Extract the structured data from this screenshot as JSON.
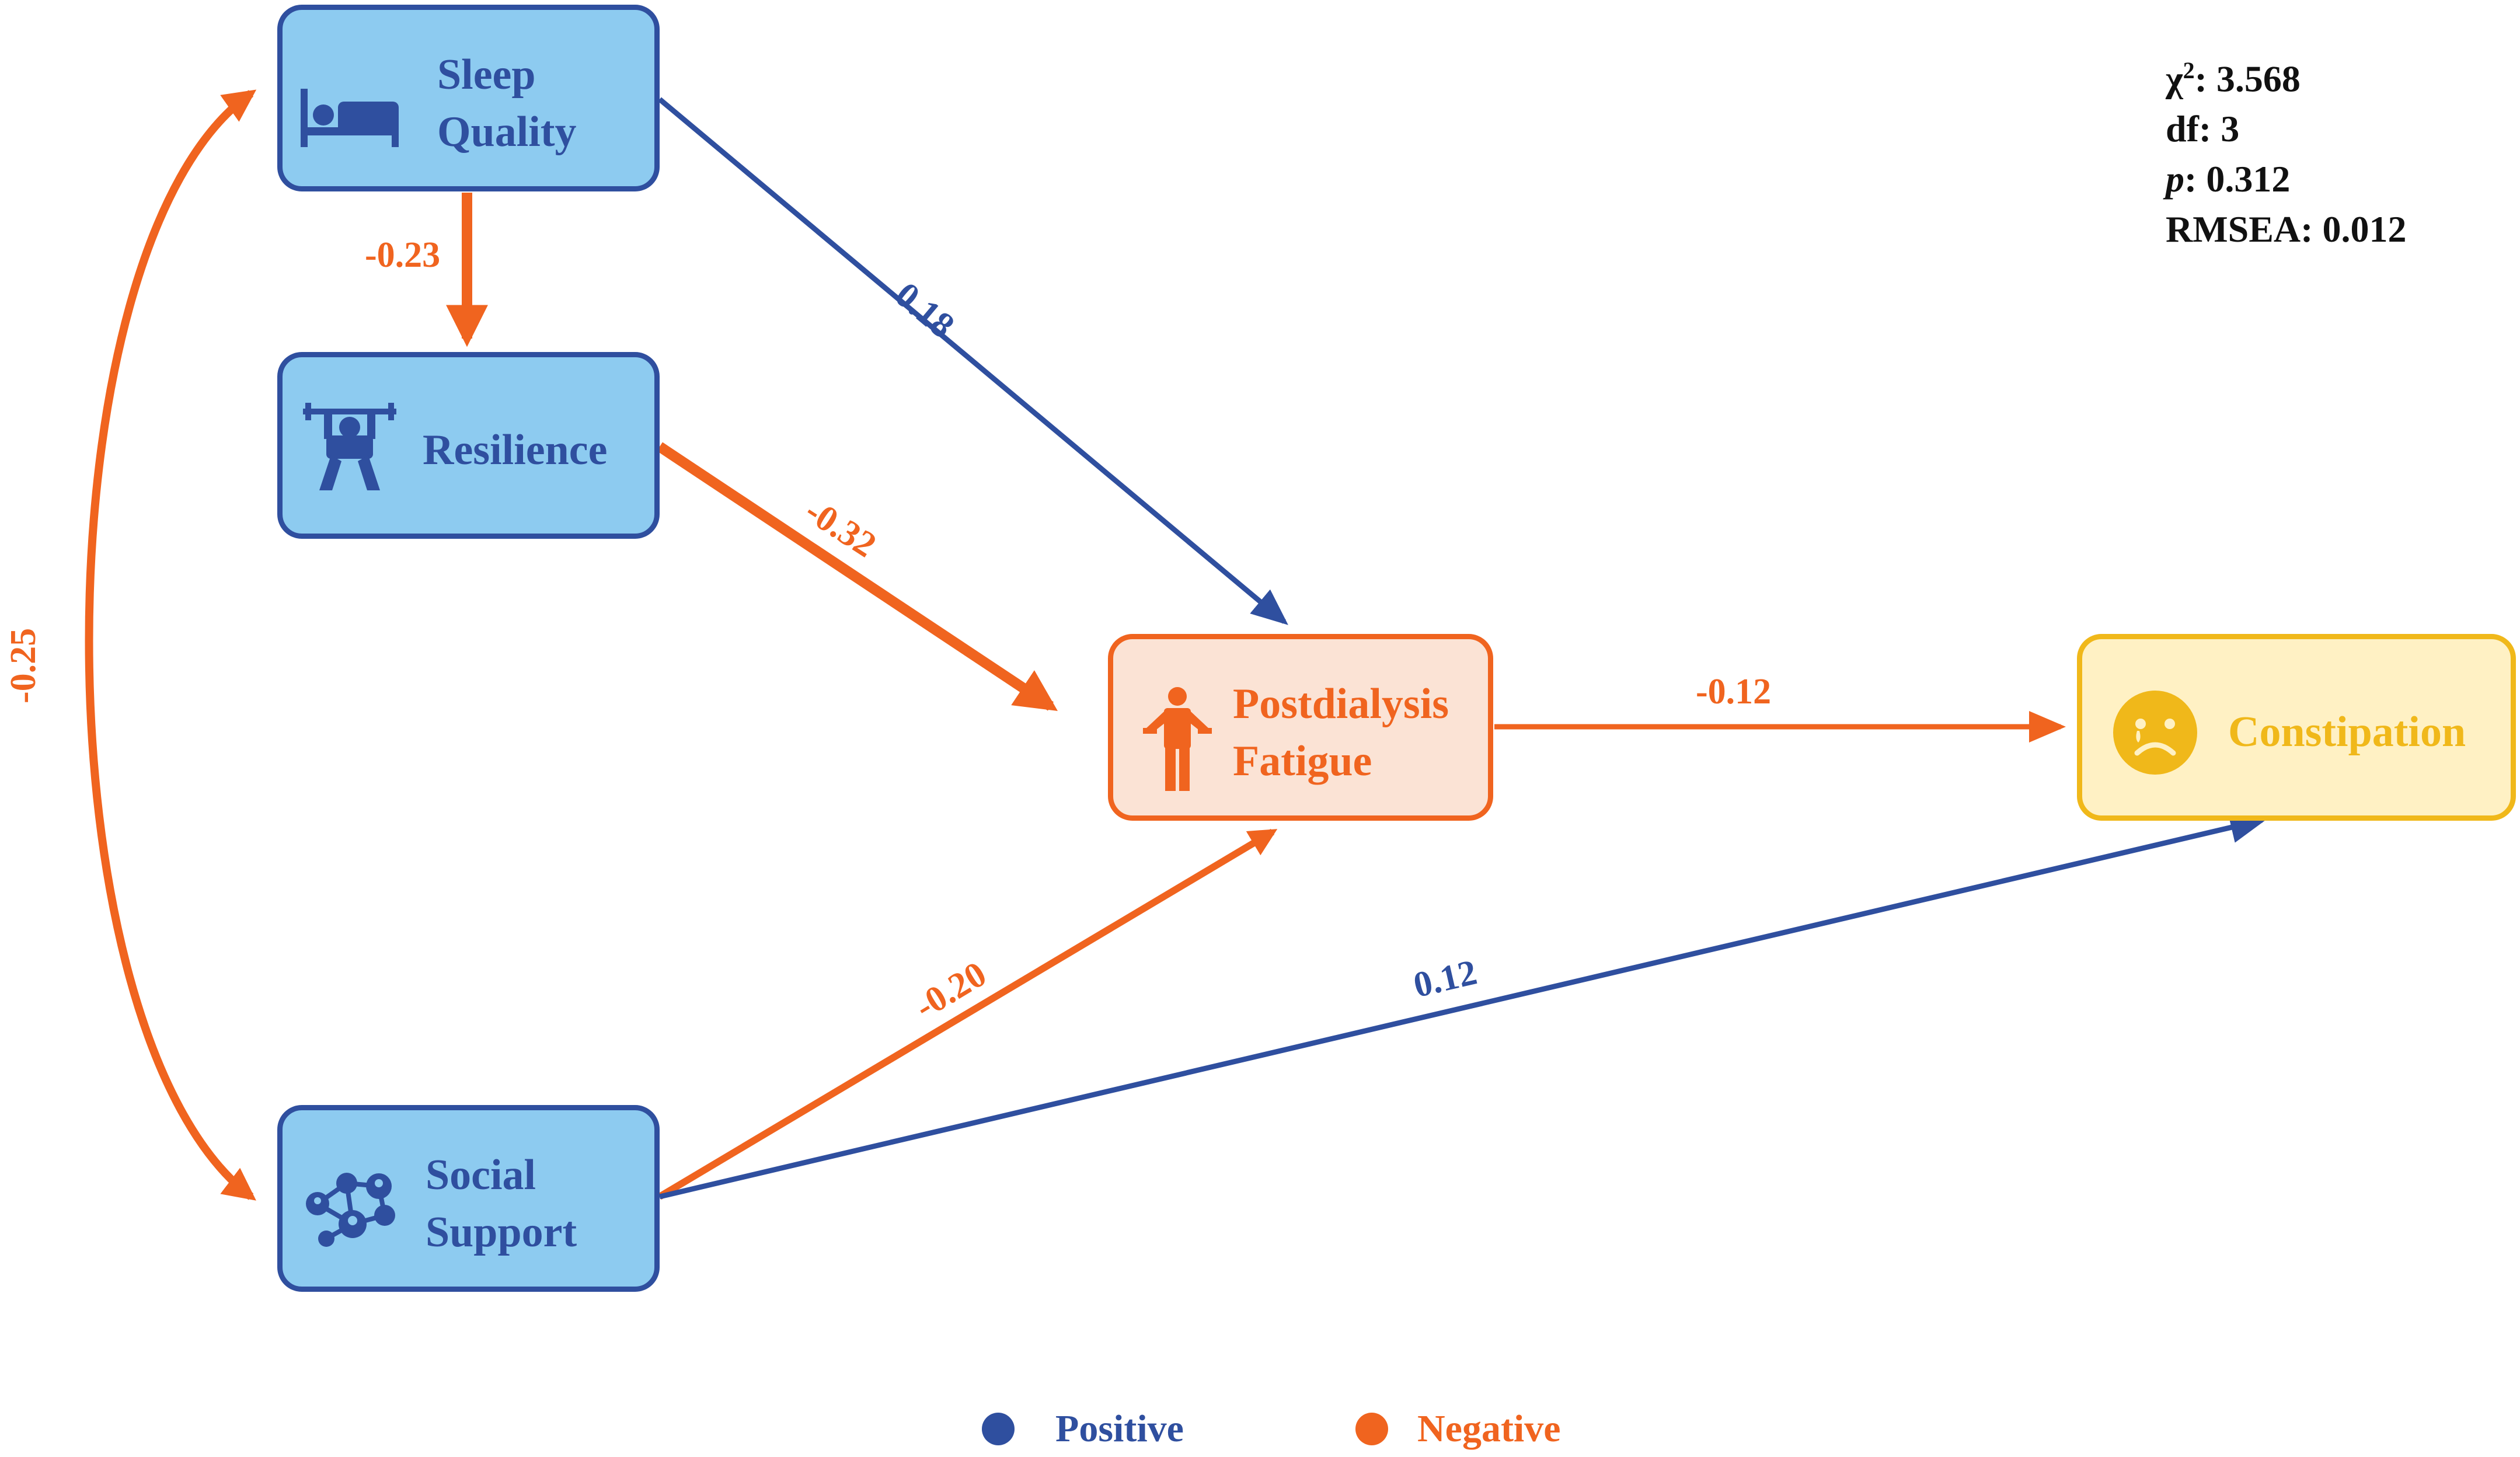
{
  "nodes": {
    "sleep_quality": {
      "line1": "Sleep",
      "line2": "Quality",
      "icon": "bed-icon"
    },
    "resilience": {
      "label": "Resilience",
      "icon": "weightlifter-icon"
    },
    "social_support": {
      "line1": "Social",
      "line2": "Support",
      "icon": "network-people-icon"
    },
    "postdialysis_fatigue": {
      "line1": "Postdialysis",
      "line2": "Fatigue",
      "icon": "person-shrug-icon"
    },
    "constipation": {
      "label": "Constipation",
      "icon": "sad-face-icon"
    }
  },
  "paths": {
    "sleep_to_resilience": "-0.23",
    "sleep_to_fatigue": "0.18",
    "resilience_to_fatigue": "-0.32",
    "social_to_fatigue": "-0.20",
    "social_to_constipation": "0.12",
    "fatigue_to_constipation": "-0.12",
    "sleep_social_covariance": "-0.25"
  },
  "fit": {
    "chi_label": "χ",
    "chi_sup": "2",
    "chi_value": ": 3.568",
    "df": "df: 3",
    "p_label": "p",
    "p_value": ": 0.312",
    "rmsea": "RMSEA: 0.012"
  },
  "legend": {
    "positive": "Positive",
    "negative": "Negative"
  },
  "colors": {
    "positive": "#2f4f9f",
    "negative": "#f0641f",
    "predictor_fill": "#8dcbf0",
    "fatigue_fill": "#fbe3d5",
    "constipation_fill": "#fff1c4",
    "constipation_stroke": "#f0b81a"
  }
}
